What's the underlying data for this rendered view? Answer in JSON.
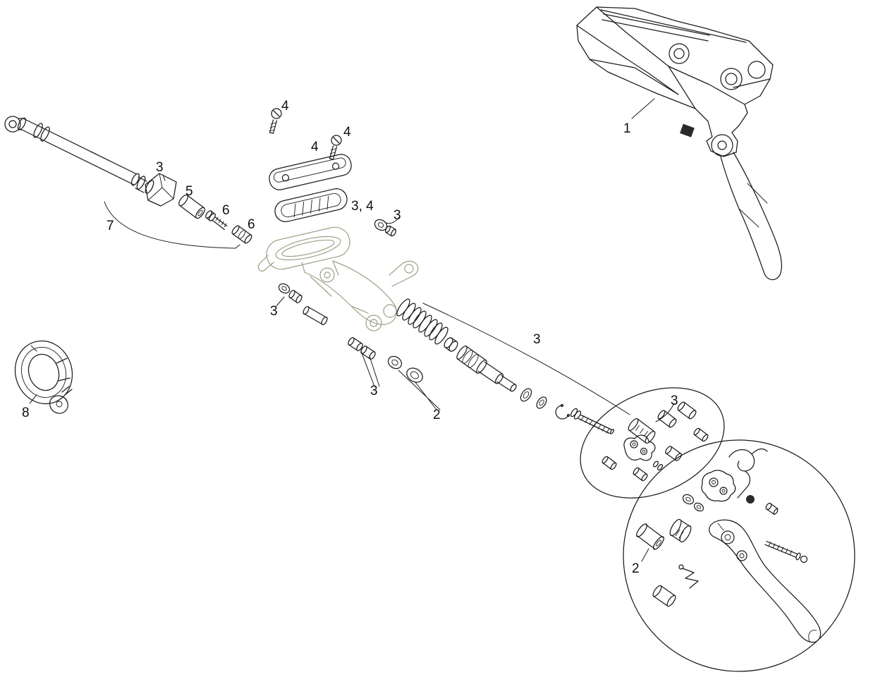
{
  "colors": {
    "line": "#1c1c1c",
    "master_cylinder_tint": "#9aa083",
    "label_text": "#101010",
    "background": "#ffffff"
  },
  "callouts": [
    {
      "label": "4"
    },
    {
      "label": "4"
    },
    {
      "label": "4"
    },
    {
      "label": "3"
    },
    {
      "label": "5"
    },
    {
      "label": "6"
    },
    {
      "label": "6"
    },
    {
      "label": "3, 4"
    },
    {
      "label": "3"
    },
    {
      "label": "7"
    },
    {
      "label": "1"
    },
    {
      "label": "3"
    },
    {
      "label": "3"
    },
    {
      "label": "2"
    },
    {
      "label": "3"
    },
    {
      "label": "3"
    },
    {
      "label": "8"
    },
    {
      "label": "2"
    }
  ]
}
